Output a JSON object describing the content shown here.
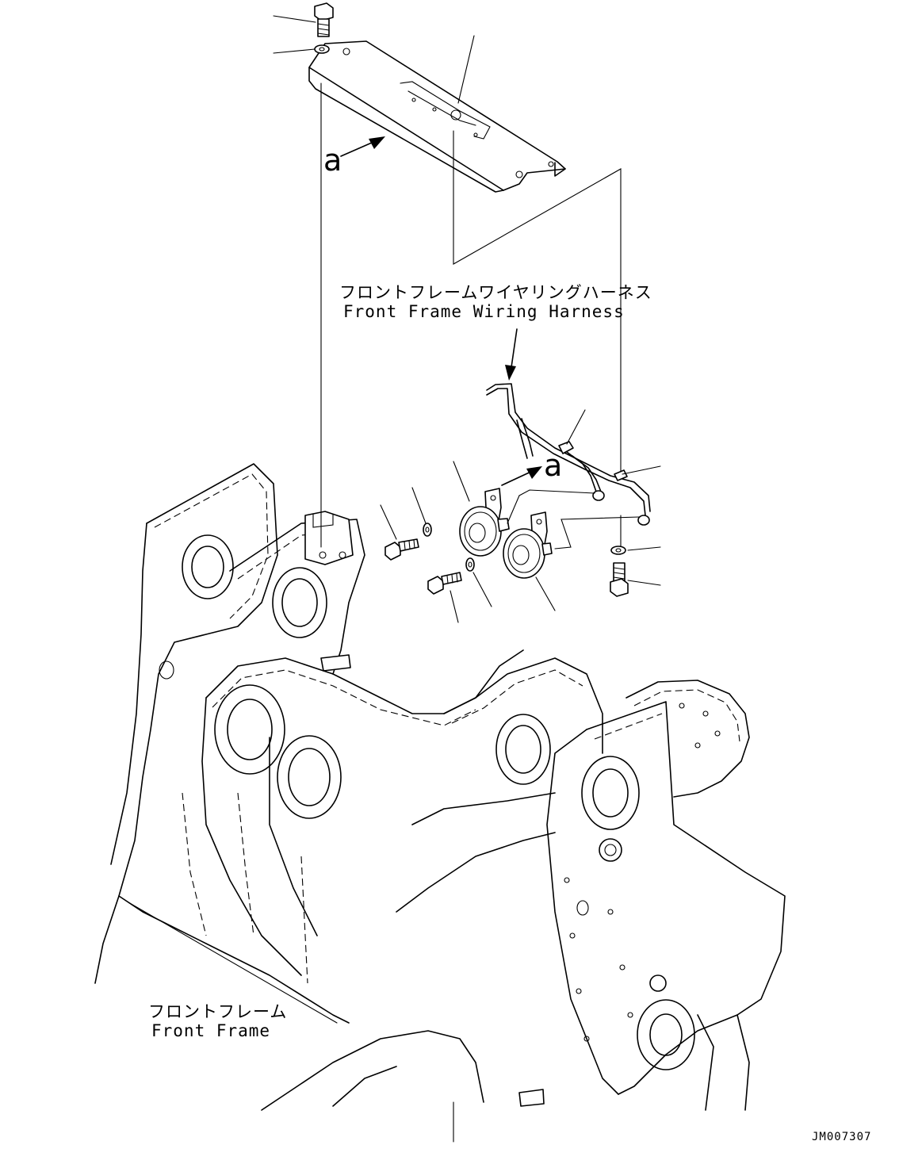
{
  "labels": {
    "harness_jp": "フロントフレームワイヤリングハーネス",
    "harness_en": "Front Frame Wiring Harness",
    "frame_jp": "フロントフレーム",
    "frame_en": "Front Frame",
    "view_marker_top": "a",
    "view_marker_mid": "a",
    "drawing_code": "JM007307"
  }
}
